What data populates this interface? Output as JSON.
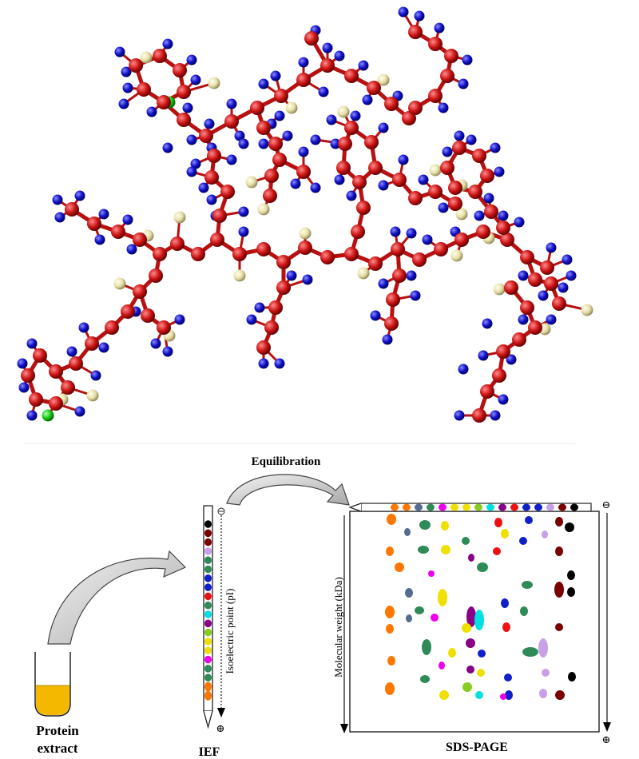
{
  "labels": {
    "equilibration": "Equilibration",
    "protein_extract_line1": "Protein",
    "protein_extract_line2": "extract",
    "ief": "IEF",
    "sds_page": "SDS-PAGE",
    "isoelectric_point": "Isoelectric point (pI)",
    "molecular_weight": "Molecular weight (kDa)",
    "minus_sign": "⊖",
    "plus_sign": "⊕"
  },
  "colors": {
    "carbon": "#cc1414",
    "hydrogen": "#1010c8",
    "nitrogen": "#12c812",
    "oxygen": "#e8e0a8",
    "tube_liquid": "#f5b800",
    "arrow_fill": "#d8d8d8"
  },
  "ief_band_colors": [
    "#000000",
    "#7a0000",
    "#7a0000",
    "#c8a0e8",
    "#2e8b57",
    "#2e8b57",
    "#1020c8",
    "#1020c8",
    "#ee1111",
    "#2e8b57",
    "#00e0e0",
    "#880088",
    "#88cc22",
    "#f0e000",
    "#f0e000",
    "#ee00ee",
    "#2e8b57",
    "#2e8b57",
    "#ff7700",
    "#ff7700"
  ],
  "sds_spot_colors": [
    "#ff7700",
    "#2e8b57",
    "#556b8f",
    "#f0e000",
    "#ee00ee",
    "#88cc22",
    "#00e0e0",
    "#880088",
    "#1020c8",
    "#ee1111",
    "#7a0000",
    "#000000",
    "#c8a0e8"
  ]
}
